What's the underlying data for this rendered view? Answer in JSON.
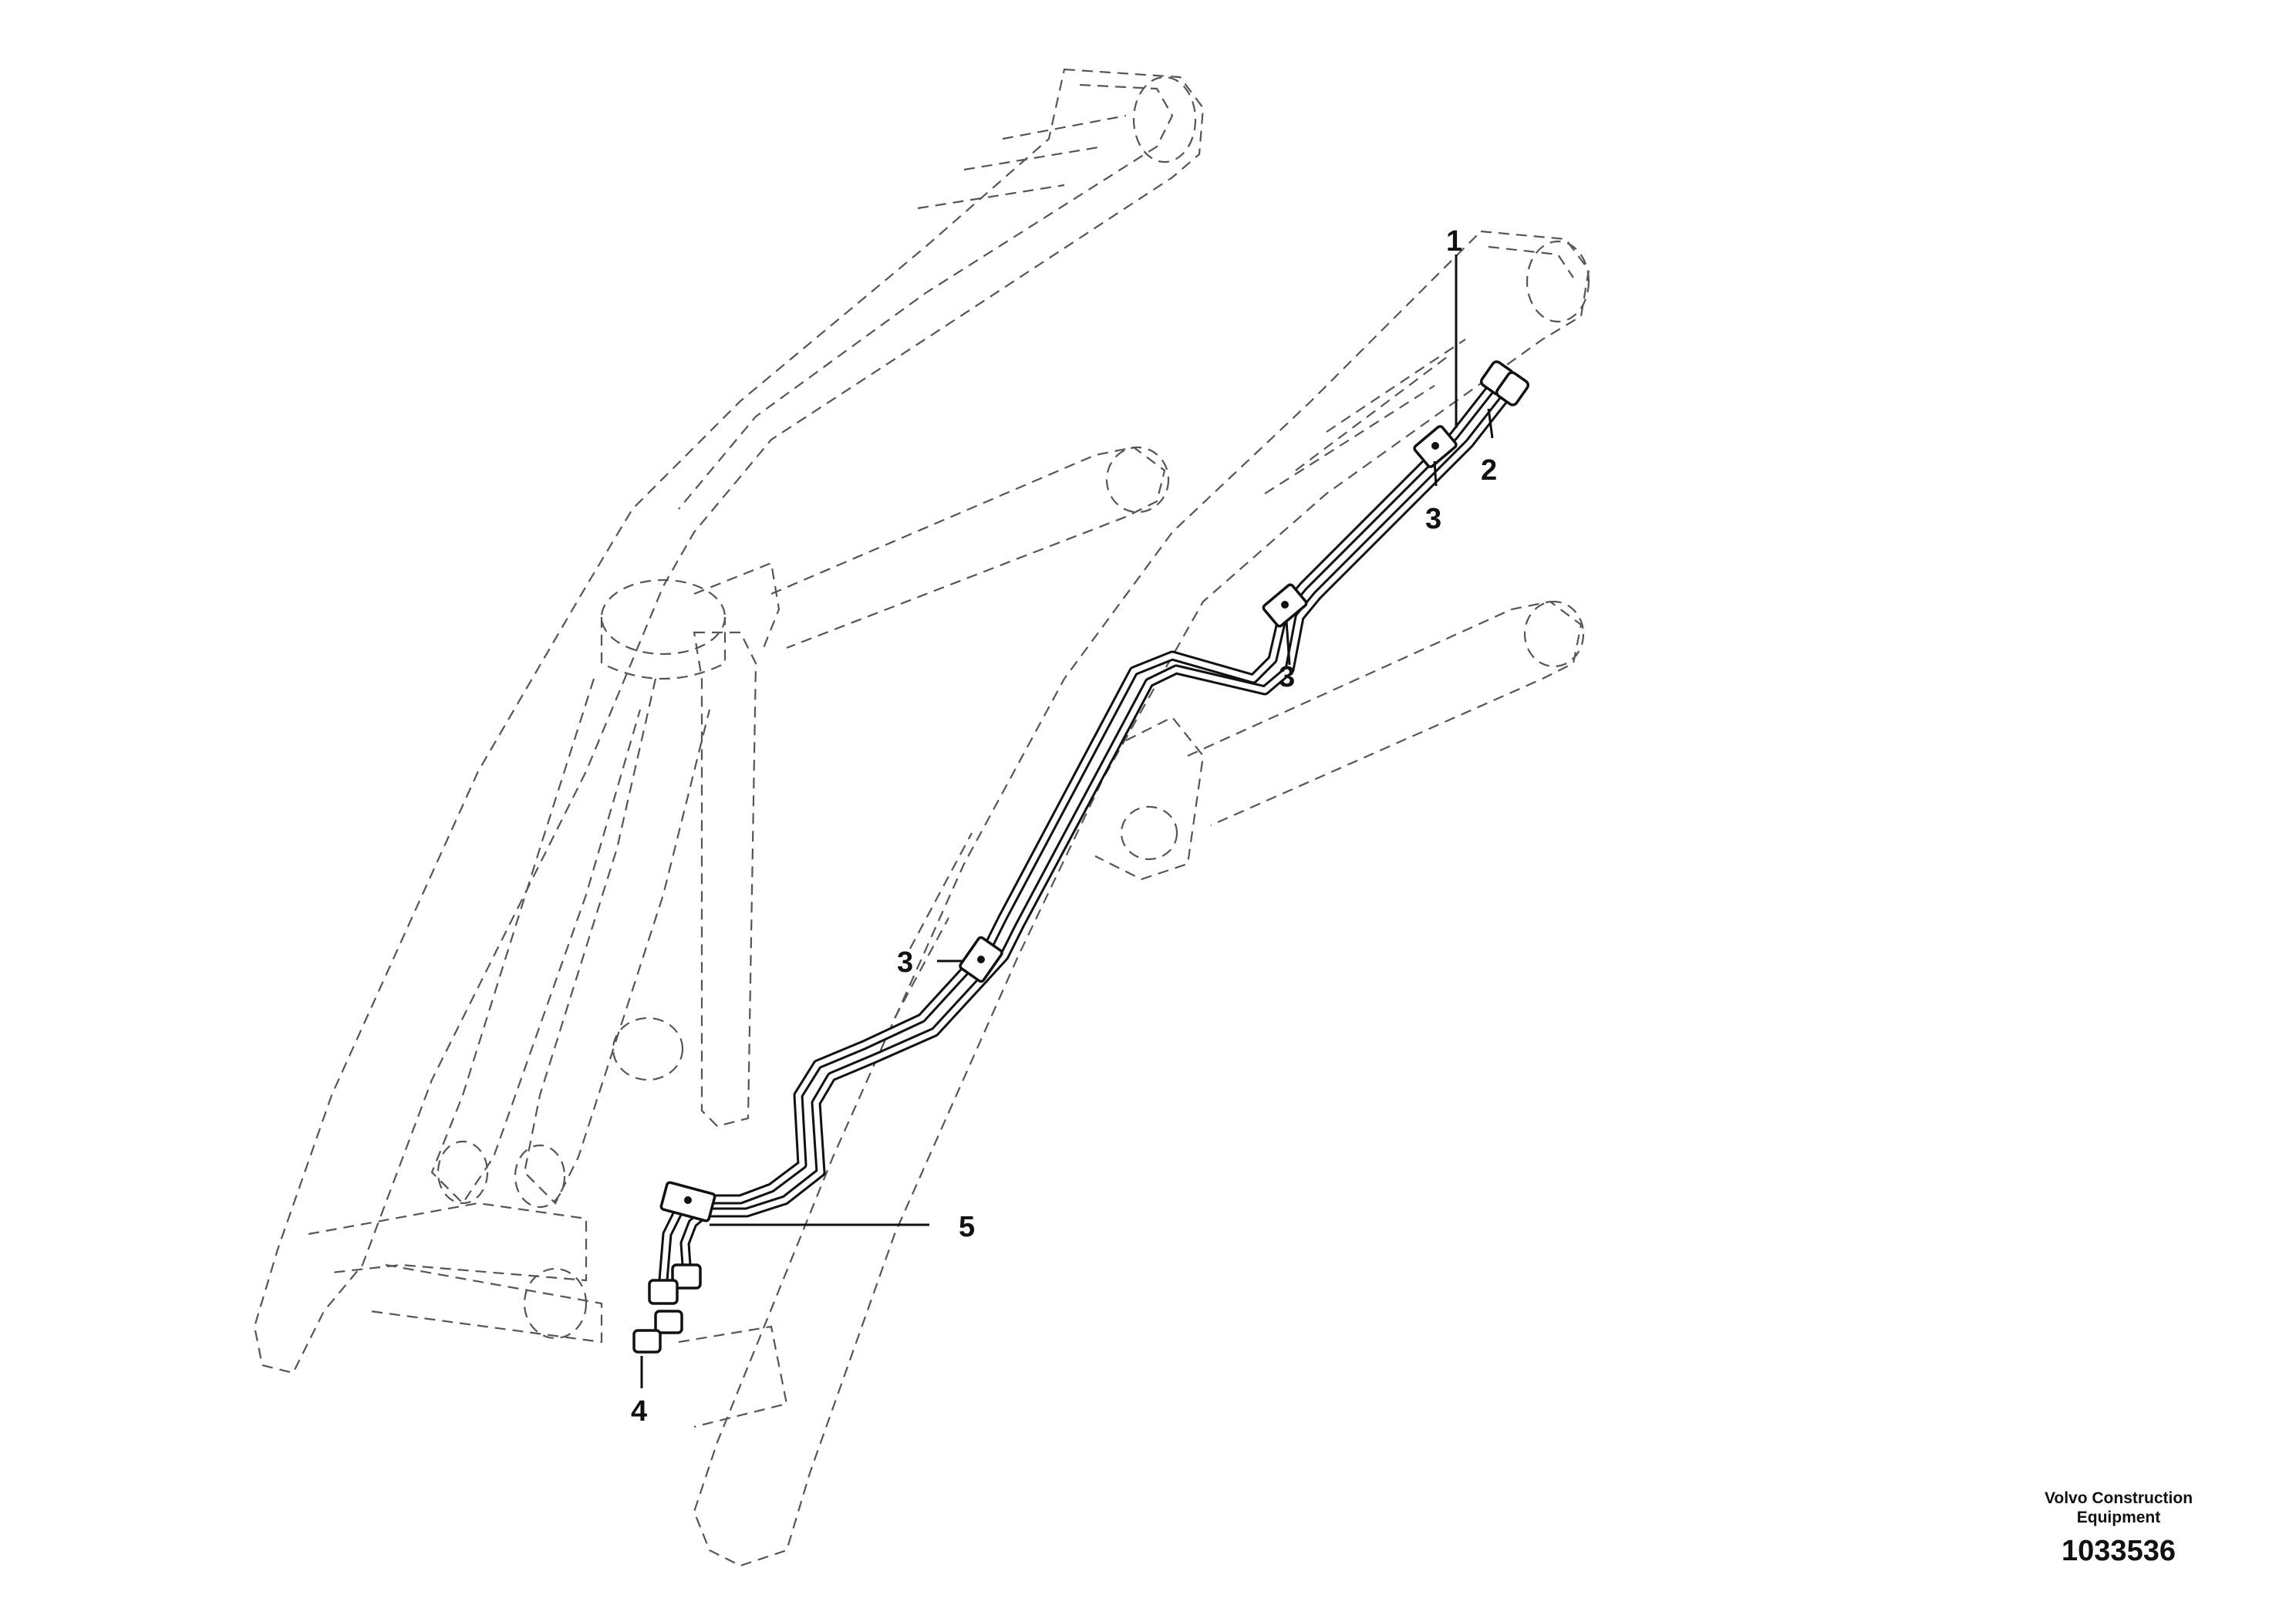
{
  "callouts": {
    "c1": "1",
    "c2": "2",
    "c3a": "3",
    "c3b": "3",
    "c3c": "3",
    "c4": "4",
    "c5": "5"
  },
  "footer": {
    "maker_line1": "Volvo Construction",
    "maker_line2": "Equipment",
    "drawing_number": "1033536"
  }
}
